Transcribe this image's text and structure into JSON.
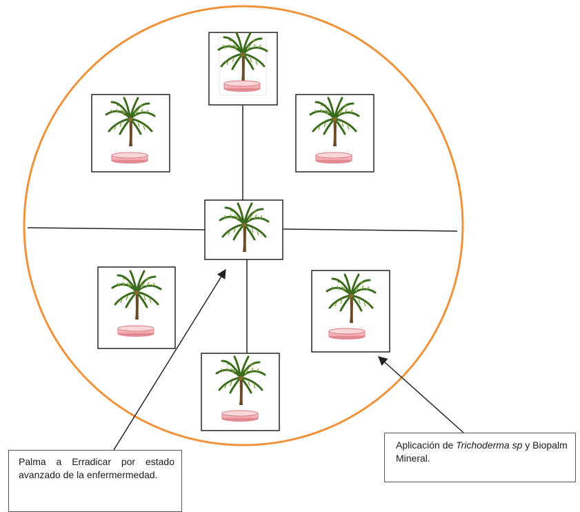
{
  "diagram": {
    "colors": {
      "circle": "#F0923A",
      "line": "#222222",
      "pot_fill": "#F4AFB3",
      "pot_stroke": "#D97B84",
      "trunk": "#6B4A26",
      "frond_dark": "#3B6B1C",
      "frond_light": "#7FA33A"
    },
    "palm_icon": "palm-tree-icon",
    "pot_icon": "treatment-pot-icon",
    "callouts": {
      "eradicate": "Palma a Erradicar por estado avanzado de la enfermermedad.",
      "treatment_prefix": "Aplicación de ",
      "treatment_italic": "Trichoderma sp",
      "treatment_suffix": " y Biopalm Mineral."
    }
  }
}
